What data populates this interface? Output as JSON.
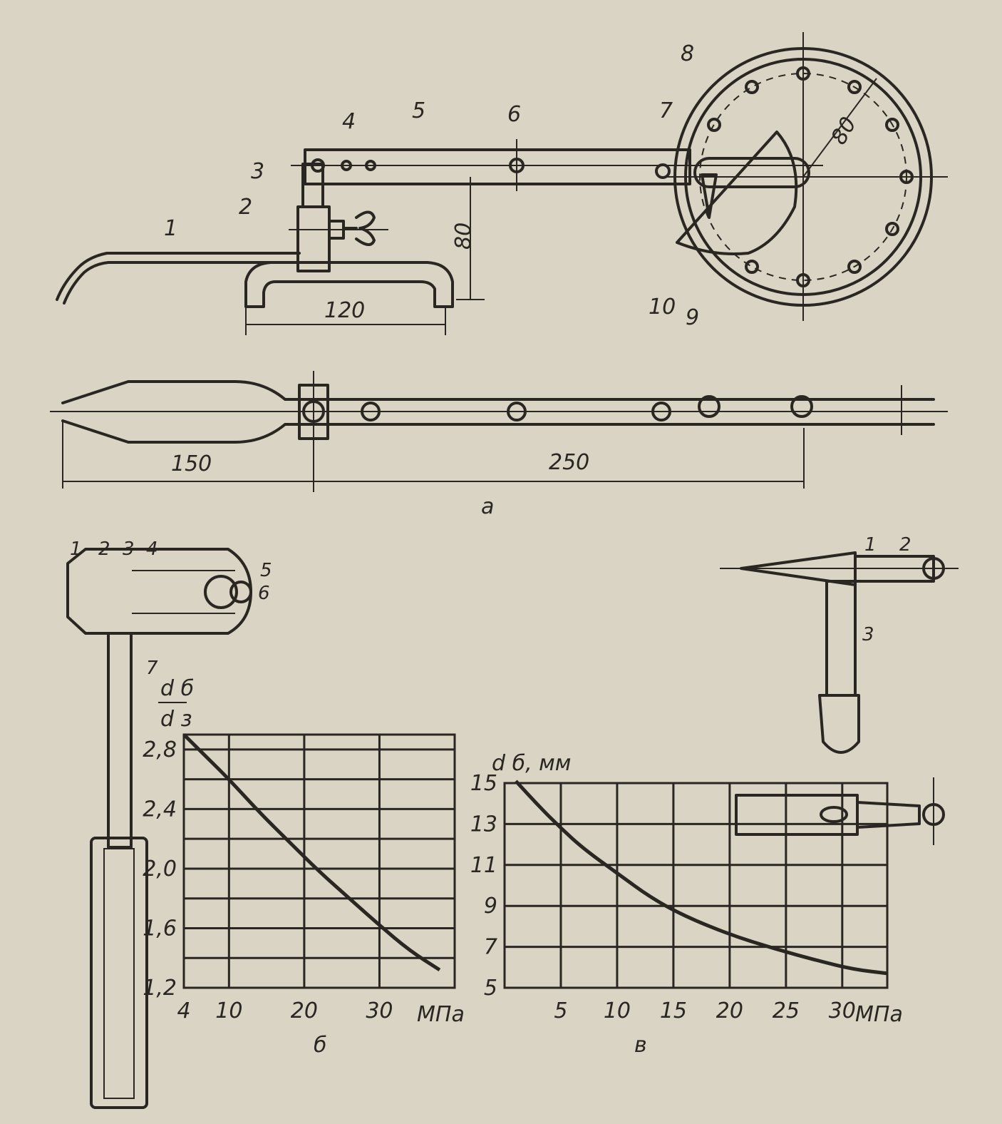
{
  "figure_a": {
    "caption": "а",
    "part_labels": [
      "1",
      "2",
      "3",
      "4",
      "5",
      "6",
      "7",
      "8",
      "9",
      "10"
    ],
    "dimensions": {
      "height": "80",
      "base_width": "120",
      "radius": "80",
      "left_length": "150",
      "right_length": "250"
    }
  },
  "detail_left": {
    "part_labels": [
      "1",
      "2",
      "3",
      "4",
      "5",
      "6",
      "7"
    ]
  },
  "detail_right": {
    "part_labels": [
      "1",
      "2",
      "3"
    ]
  },
  "chart_data": [
    {
      "type": "line",
      "caption": "б",
      "ylabel_top": "d б",
      "ylabel_bottom": "d з",
      "xunit": "МПа",
      "xticks": [
        "4",
        "10",
        "20",
        "30"
      ],
      "yticks": [
        "1,2",
        "1,6",
        "2,0",
        "2,4",
        "2,8"
      ],
      "xlim": [
        4,
        40
      ],
      "ylim": [
        1.2,
        2.9
      ],
      "x": [
        4,
        7,
        10,
        14,
        18,
        22,
        26,
        30,
        34,
        38
      ],
      "y": [
        2.9,
        2.75,
        2.6,
        2.38,
        2.18,
        1.98,
        1.8,
        1.62,
        1.45,
        1.32
      ]
    },
    {
      "type": "line",
      "caption": "в",
      "ylabel": "d б, мм",
      "xunit": "МПа",
      "xticks": [
        "5",
        "10",
        "15",
        "20",
        "25",
        "30"
      ],
      "yticks": [
        "5",
        "7",
        "9",
        "11",
        "13",
        "15"
      ],
      "xlim": [
        0,
        34
      ],
      "ylim": [
        5,
        15
      ],
      "x": [
        1,
        3,
        5,
        7,
        10,
        13,
        16,
        20,
        24,
        28,
        31,
        34
      ],
      "y": [
        15.1,
        13.9,
        12.8,
        11.8,
        10.6,
        9.4,
        8.5,
        7.6,
        6.9,
        6.3,
        5.9,
        5.7
      ]
    }
  ]
}
